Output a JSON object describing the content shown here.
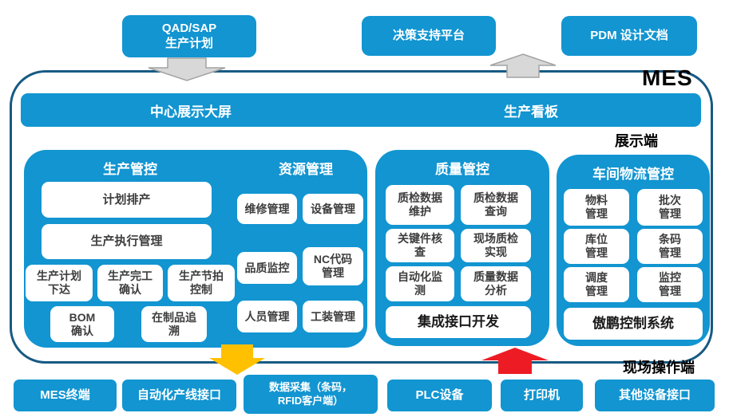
{
  "colors": {
    "primary_blue": "#1295d1",
    "container_border": "#175a83",
    "arrow_gray": "#d8d8d8",
    "arrow_yellow": "#ffc000",
    "arrow_red": "#ed1c24"
  },
  "top_systems": {
    "qad_sap": "QAD/SAP\n生产计划",
    "decision_platform": "决策支持平台",
    "pdm": "PDM 设计文档"
  },
  "mes_label": "MES",
  "display_bar": {
    "center_screen": "中心展示大屏",
    "production_board": "生产看板"
  },
  "zone_labels": {
    "display_side": "展示端",
    "field_side": "现场操作端"
  },
  "production_panel": {
    "title_production": "生产管控",
    "title_resource": "资源管理",
    "plan_scheduling": "计划排产",
    "execution_mgmt": "生产执行管理",
    "plan_release": "生产计划\n下达",
    "completion_confirm": "生产完工\n确认",
    "takt_control": "生产节拍\n控制",
    "bom_confirm": "BOM\n确认",
    "wip_trace": "在制品追\n溯",
    "maintenance_mgmt": "维修管理",
    "equipment_mgmt": "设备管理",
    "quality_monitoring": "品质监控",
    "nc_code_mgmt": "NC代码\n管理",
    "personnel_mgmt": "人员管理",
    "tooling_mgmt": "工装管理"
  },
  "quality_panel": {
    "title": "质量管控",
    "qc_data_maintenance": "质检数据\n维护",
    "qc_data_query": "质检数据\n查询",
    "key_part_check": "关键件核\n查",
    "onsite_qc": "现场质检\n实现",
    "auto_monitoring": "自动化监\n测",
    "quality_data_analysis": "质量数据\n分析",
    "integration_interface": "集成接口开发"
  },
  "logistics_panel": {
    "title": "车间物流管控",
    "material_mgmt": "物料\n管理",
    "batch_mgmt": "批次\n管理",
    "location_mgmt": "库位\n管理",
    "barcode_mgmt": "条码\n管理",
    "dispatch_mgmt": "调度\n管理",
    "monitoring_mgmt": "监控\n管理",
    "aopeng_control": "傲鹏控制系统"
  },
  "bottom_devices": {
    "mes_terminal": "MES终端",
    "auto_line_interface": "自动化产线接口",
    "data_collection": "数据采集（条码，\nRFID客户端）",
    "plc_device": "PLC设备",
    "printer": "打印机",
    "other_device_interface": "其他设备接口"
  }
}
